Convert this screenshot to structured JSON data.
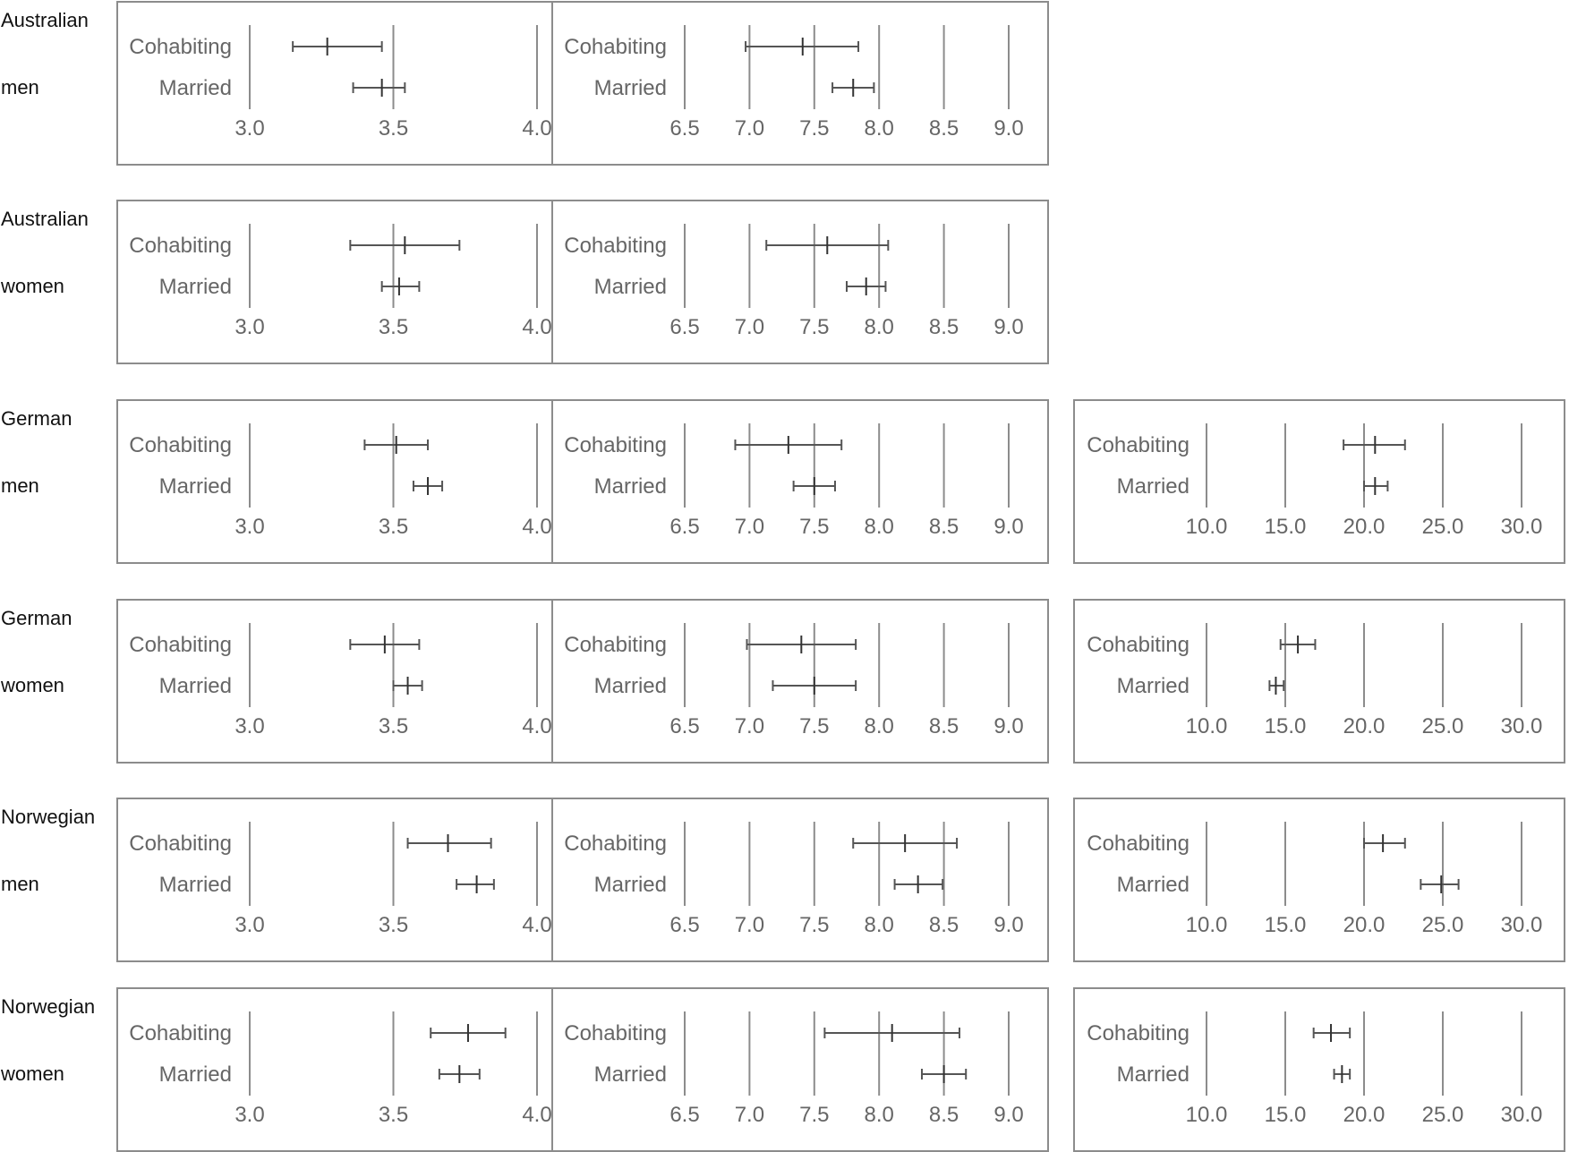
{
  "chart_data": {
    "type": "forest",
    "title": "",
    "row_labels": [
      "Cohabiting",
      "Married"
    ],
    "column_axes": [
      {
        "id": "col1",
        "ticks": [
          "3.0",
          "3.5",
          "4.0"
        ],
        "xlim": [
          3.0,
          4.0
        ]
      },
      {
        "id": "col2",
        "ticks": [
          "6.5",
          "7.0",
          "7.5",
          "8.0",
          "8.5",
          "9.0"
        ],
        "xlim": [
          6.5,
          9.0
        ]
      },
      {
        "id": "col3",
        "ticks": [
          "10.0",
          "15.0",
          "20.0",
          "25.0",
          "30.0"
        ],
        "xlim": [
          10.0,
          30.0
        ]
      }
    ],
    "groups": [
      {
        "label_line1": "Australian",
        "label_line2": "men",
        "col1": {
          "Cohabiting": {
            "est": 3.27,
            "lo": 3.15,
            "hi": 3.46
          },
          "Married": {
            "est": 3.46,
            "lo": 3.36,
            "hi": 3.54
          }
        },
        "col2": {
          "Cohabiting": {
            "est": 7.41,
            "lo": 6.97,
            "hi": 7.84
          },
          "Married": {
            "est": 7.8,
            "lo": 7.64,
            "hi": 7.96
          }
        },
        "col3": null
      },
      {
        "label_line1": "Australian",
        "label_line2": "women",
        "col1": {
          "Cohabiting": {
            "est": 3.54,
            "lo": 3.35,
            "hi": 3.73
          },
          "Married": {
            "est": 3.52,
            "lo": 3.46,
            "hi": 3.59
          }
        },
        "col2": {
          "Cohabiting": {
            "est": 7.6,
            "lo": 7.13,
            "hi": 8.07
          },
          "Married": {
            "est": 7.9,
            "lo": 7.75,
            "hi": 8.05
          }
        },
        "col3": null
      },
      {
        "label_line1": "German",
        "label_line2": "men",
        "col1": {
          "Cohabiting": {
            "est": 3.51,
            "lo": 3.4,
            "hi": 3.62
          },
          "Married": {
            "est": 3.62,
            "lo": 3.57,
            "hi": 3.67
          }
        },
        "col2": {
          "Cohabiting": {
            "est": 7.3,
            "lo": 6.89,
            "hi": 7.71
          },
          "Married": {
            "est": 7.5,
            "lo": 7.34,
            "hi": 7.66
          }
        },
        "col3": {
          "Cohabiting": {
            "est": 20.7,
            "lo": 18.7,
            "hi": 22.6
          },
          "Married": {
            "est": 20.7,
            "lo": 20.0,
            "hi": 21.5
          }
        }
      },
      {
        "label_line1": "German",
        "label_line2": "women",
        "col1": {
          "Cohabiting": {
            "est": 3.47,
            "lo": 3.35,
            "hi": 3.59
          },
          "Married": {
            "est": 3.55,
            "lo": 3.5,
            "hi": 3.6
          }
        },
        "col2": {
          "Cohabiting": {
            "est": 7.4,
            "lo": 6.98,
            "hi": 7.82
          },
          "Married": {
            "est": 7.5,
            "lo": 7.18,
            "hi": 7.82
          }
        },
        "col3": {
          "Cohabiting": {
            "est": 15.8,
            "lo": 14.7,
            "hi": 16.9
          },
          "Married": {
            "est": 14.4,
            "lo": 14.0,
            "hi": 14.9
          }
        }
      },
      {
        "label_line1": "Norwegian",
        "label_line2": "men",
        "col1": {
          "Cohabiting": {
            "est": 3.69,
            "lo": 3.55,
            "hi": 3.84
          },
          "Married": {
            "est": 3.79,
            "lo": 3.72,
            "hi": 3.85
          }
        },
        "col2": {
          "Cohabiting": {
            "est": 8.2,
            "lo": 7.8,
            "hi": 8.6
          },
          "Married": {
            "est": 8.3,
            "lo": 8.12,
            "hi": 8.49
          }
        },
        "col3": {
          "Cohabiting": {
            "est": 21.2,
            "lo": 20.0,
            "hi": 22.6
          },
          "Married": {
            "est": 24.9,
            "lo": 23.6,
            "hi": 26.0
          }
        }
      },
      {
        "label_line1": "Norwegian",
        "label_line2": "women",
        "col1": {
          "Cohabiting": {
            "est": 3.76,
            "lo": 3.63,
            "hi": 3.89
          },
          "Married": {
            "est": 3.73,
            "lo": 3.66,
            "hi": 3.8
          }
        },
        "col2": {
          "Cohabiting": {
            "est": 8.1,
            "lo": 7.58,
            "hi": 8.62
          },
          "Married": {
            "est": 8.5,
            "lo": 8.33,
            "hi": 8.67
          }
        },
        "col3": {
          "Cohabiting": {
            "est": 17.9,
            "lo": 16.8,
            "hi": 19.1
          },
          "Married": {
            "est": 18.6,
            "lo": 18.1,
            "hi": 19.1
          }
        }
      }
    ]
  }
}
